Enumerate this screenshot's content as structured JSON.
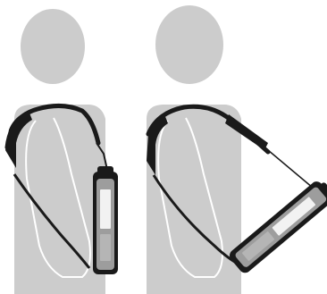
{
  "figures": [
    {
      "key": "carry-position-hanging",
      "item": "handheld-device-in-holster",
      "device_orientation": "vertical"
    },
    {
      "key": "carry-position-tilted",
      "item": "handheld-device-in-holster",
      "device_orientation": "tilted"
    }
  ],
  "colors": {
    "background": "#ffffff",
    "silhouette": "#cccccc",
    "outline": "#ffffff",
    "strap": "#1a1a1a",
    "device_body": "#9d9d9d",
    "device_screen": "#f2f2f2"
  }
}
